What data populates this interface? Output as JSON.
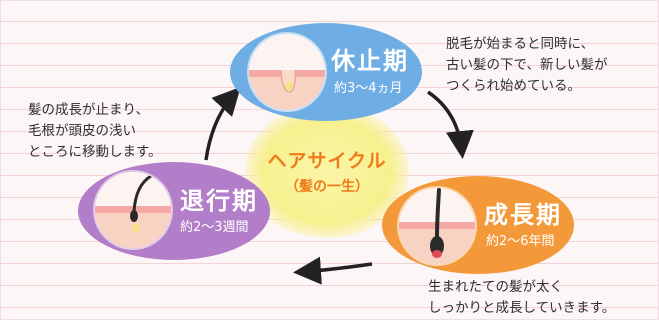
{
  "center": {
    "title": "ヘアサイクル",
    "subtitle": "（髪の一生）"
  },
  "phases": {
    "resting": {
      "name": "休止期",
      "duration": "約3～4ヵ月",
      "description": [
        "脱毛が始まると同時に、",
        "古い髪の下で、新しい髪が",
        "つくられ始めている。"
      ],
      "color": "#6faee5"
    },
    "growth": {
      "name": "成長期",
      "duration": "約2～6年間",
      "description": [
        "生まれたての髪が太く",
        "しっかりと成長していきます。"
      ],
      "color": "#f4993a"
    },
    "regression": {
      "name": "退行期",
      "duration": "約2～3週間",
      "description": [
        "髪の成長が止まり、",
        "毛根が頭皮の浅い",
        "ところに移動します。"
      ],
      "color": "#b37ec9"
    }
  },
  "colors": {
    "accent": "#f07b1a",
    "arrow": "#222222",
    "line": "#f1d3d8",
    "glow": "#f7f08e"
  },
  "icons": {
    "resting": "hair-root-forming-icon",
    "growth": "hair-growing-icon",
    "regression": "hair-shrinking-icon"
  }
}
